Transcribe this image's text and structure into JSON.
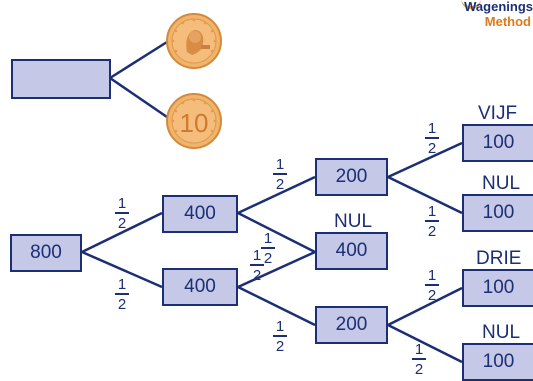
{
  "brand": {
    "line1": "Wagenings",
    "line2": "Method"
  },
  "coins": [
    {
      "icon": "coin-heads-icon"
    },
    {
      "icon": "coin-tails-icon",
      "value": "10"
    }
  ],
  "tree": {
    "root": "800",
    "level1": [
      "400",
      "400"
    ],
    "level2": [
      "200",
      "400",
      "200"
    ],
    "level3": [
      "100",
      "100",
      "100",
      "100"
    ],
    "outcomes": [
      "VIJF",
      "NUL",
      "NUL",
      "DRIE",
      "NUL"
    ],
    "fraction": {
      "num": "1",
      "den": "2"
    }
  },
  "colors": {
    "box_fill": "#c5c8e6",
    "line": "#1c2f74",
    "coin": "#f2b36a",
    "brand_orange": "#e07a18"
  }
}
